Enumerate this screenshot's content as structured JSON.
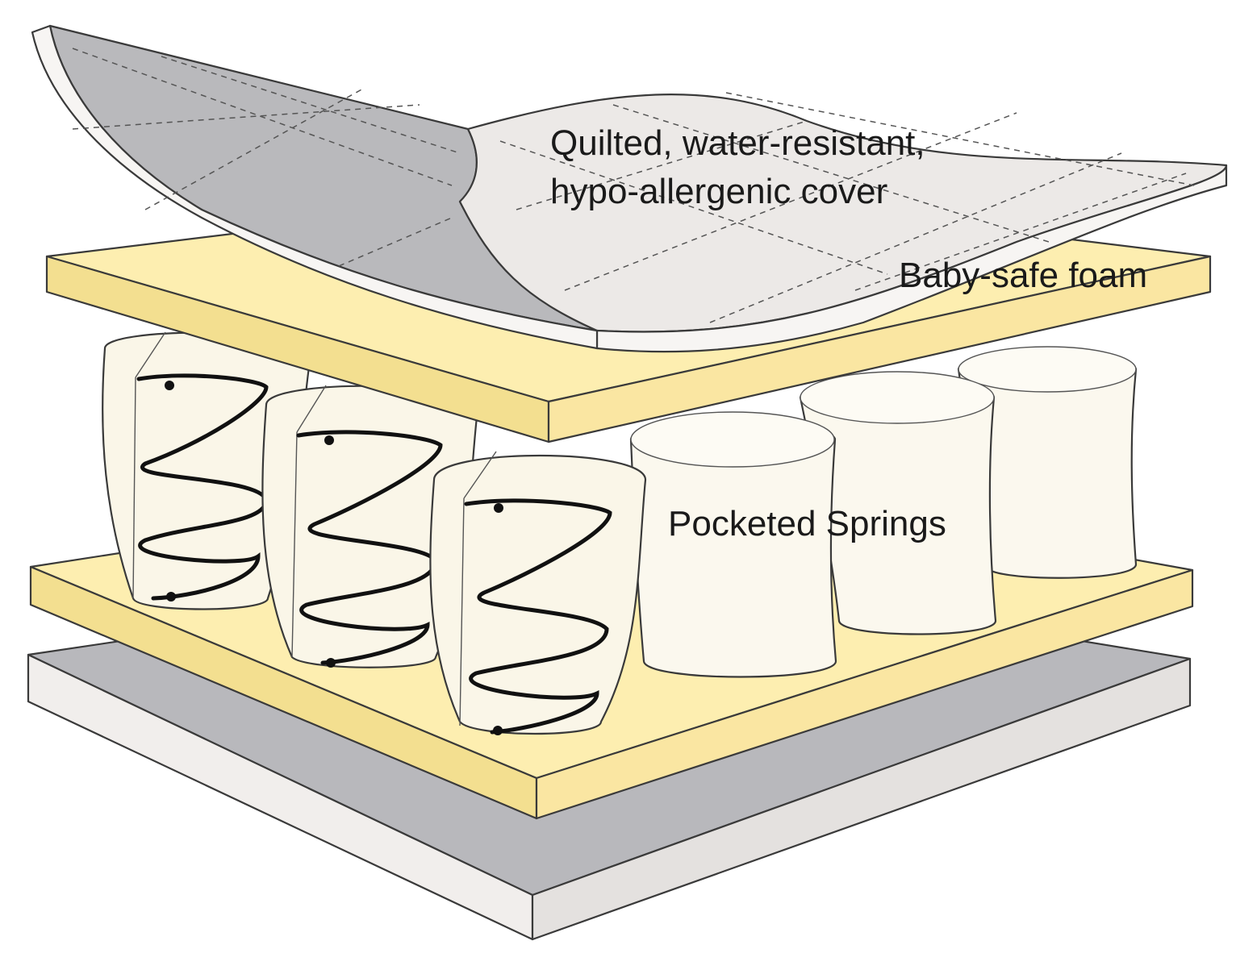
{
  "labels": {
    "cover_line1": "Quilted, water-resistant,",
    "cover_line2": "hypo-allergenic cover",
    "foam": "Baby-safe foam",
    "springs": "Pocketed Springs"
  },
  "colors": {
    "foam_top": "#fdeeb0",
    "foam_side": "#f2dc8a",
    "base_top": "#b8b8bc",
    "base_side": "#f1eeec",
    "cover_top": "#ece9e7",
    "cover_under": "#b9b9bc",
    "pocket": "#faf6e8",
    "spring_wire": "#111111"
  }
}
